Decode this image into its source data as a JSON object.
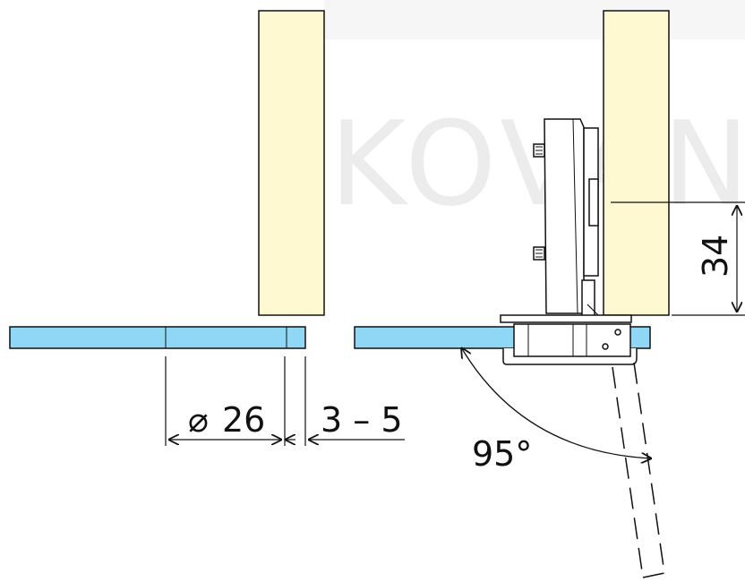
{
  "watermark": "KOVÁNÍ",
  "dimensions": {
    "diameter_symbol": "⌀",
    "diameter": "26",
    "gap": "3 – 5",
    "height": "34",
    "angle": "95°"
  },
  "colors": {
    "wood": "#fff9d2",
    "glass": "#8fd7f5",
    "line": "#111111"
  }
}
